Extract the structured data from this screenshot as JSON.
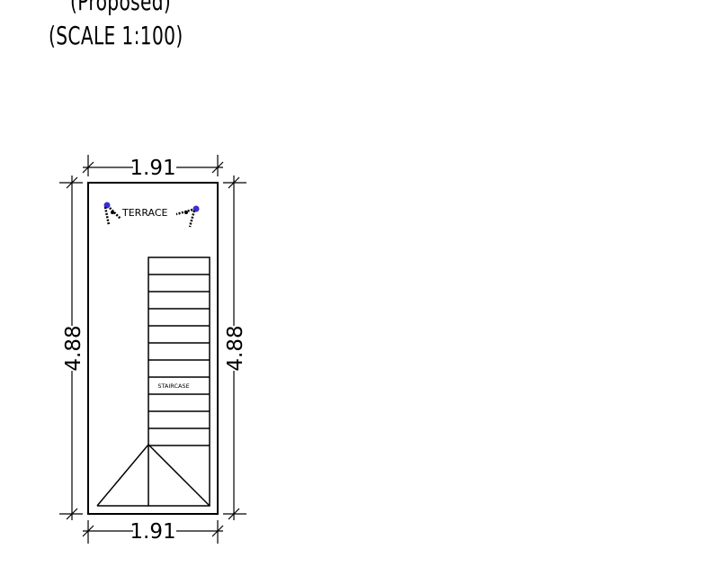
{
  "title": {
    "line1": "(Proposed)",
    "line2": "(SCALE 1:100)"
  },
  "dimensions": {
    "top_width": "1.91",
    "bottom_width": "1.91",
    "left_height": "4.88",
    "right_height": "4.88"
  },
  "labels": {
    "terrace": "TERRACE",
    "staircase": "STAIRCASE"
  },
  "colors": {
    "line": "#000000",
    "accent": "#3b2bd6"
  },
  "icons": [
    "plant-icon-left",
    "plant-icon-right"
  ]
}
